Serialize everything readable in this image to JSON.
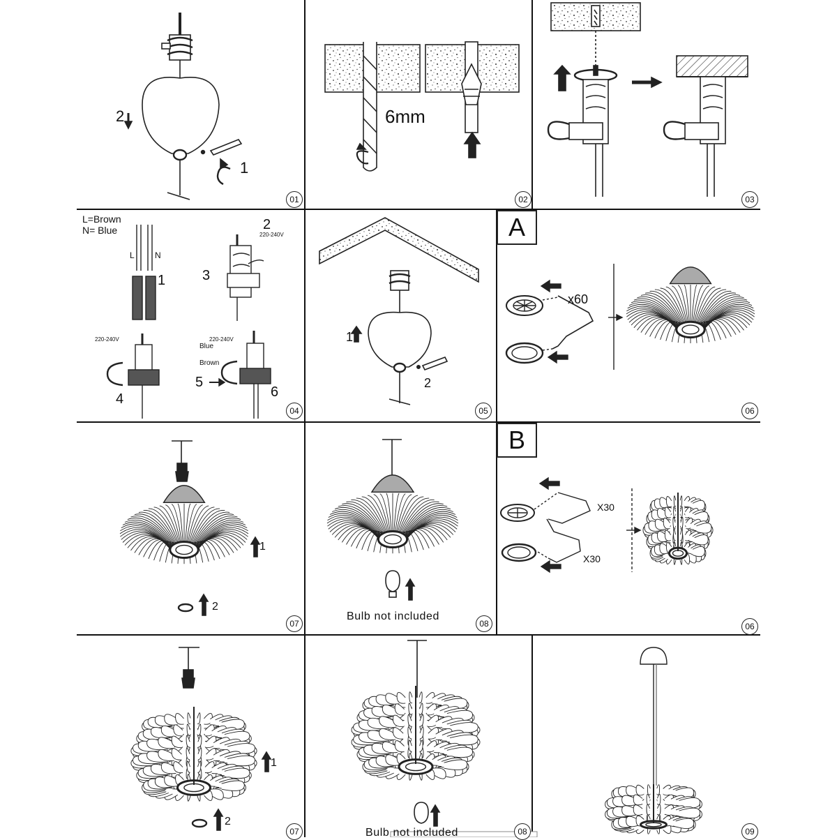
{
  "step_numbers": [
    "01",
    "02",
    "03",
    "04",
    "05",
    "06",
    "07",
    "08",
    "06",
    "07",
    "08",
    "09"
  ],
  "variant_labels": {
    "a": "A",
    "b": "B"
  },
  "p01": {
    "step1": "1",
    "step2": "2"
  },
  "p02": {
    "drill_size": "6mm"
  },
  "p04": {
    "legend_l": "L=Brown",
    "legend_n": "N= Blue",
    "wire_l": "L",
    "wire_n": "N",
    "voltage": "220-240V",
    "blue": "Blue",
    "brown": "Brown",
    "s1": "1",
    "s2": "2",
    "s3": "3",
    "s4": "4",
    "s5": "5",
    "s6": "6"
  },
  "p05": {
    "step1": "1",
    "step2": "2"
  },
  "p06a": {
    "count": "x60"
  },
  "p07": {
    "step1": "1",
    "step2": "2"
  },
  "p08": {
    "bulb_note": "Bulb not included"
  },
  "p06b": {
    "count_top": "X30",
    "count_bottom": "X30"
  },
  "p07b": {
    "step1": "1",
    "step2": "2"
  },
  "p08b": {
    "bulb_note": "Bulb not included"
  }
}
